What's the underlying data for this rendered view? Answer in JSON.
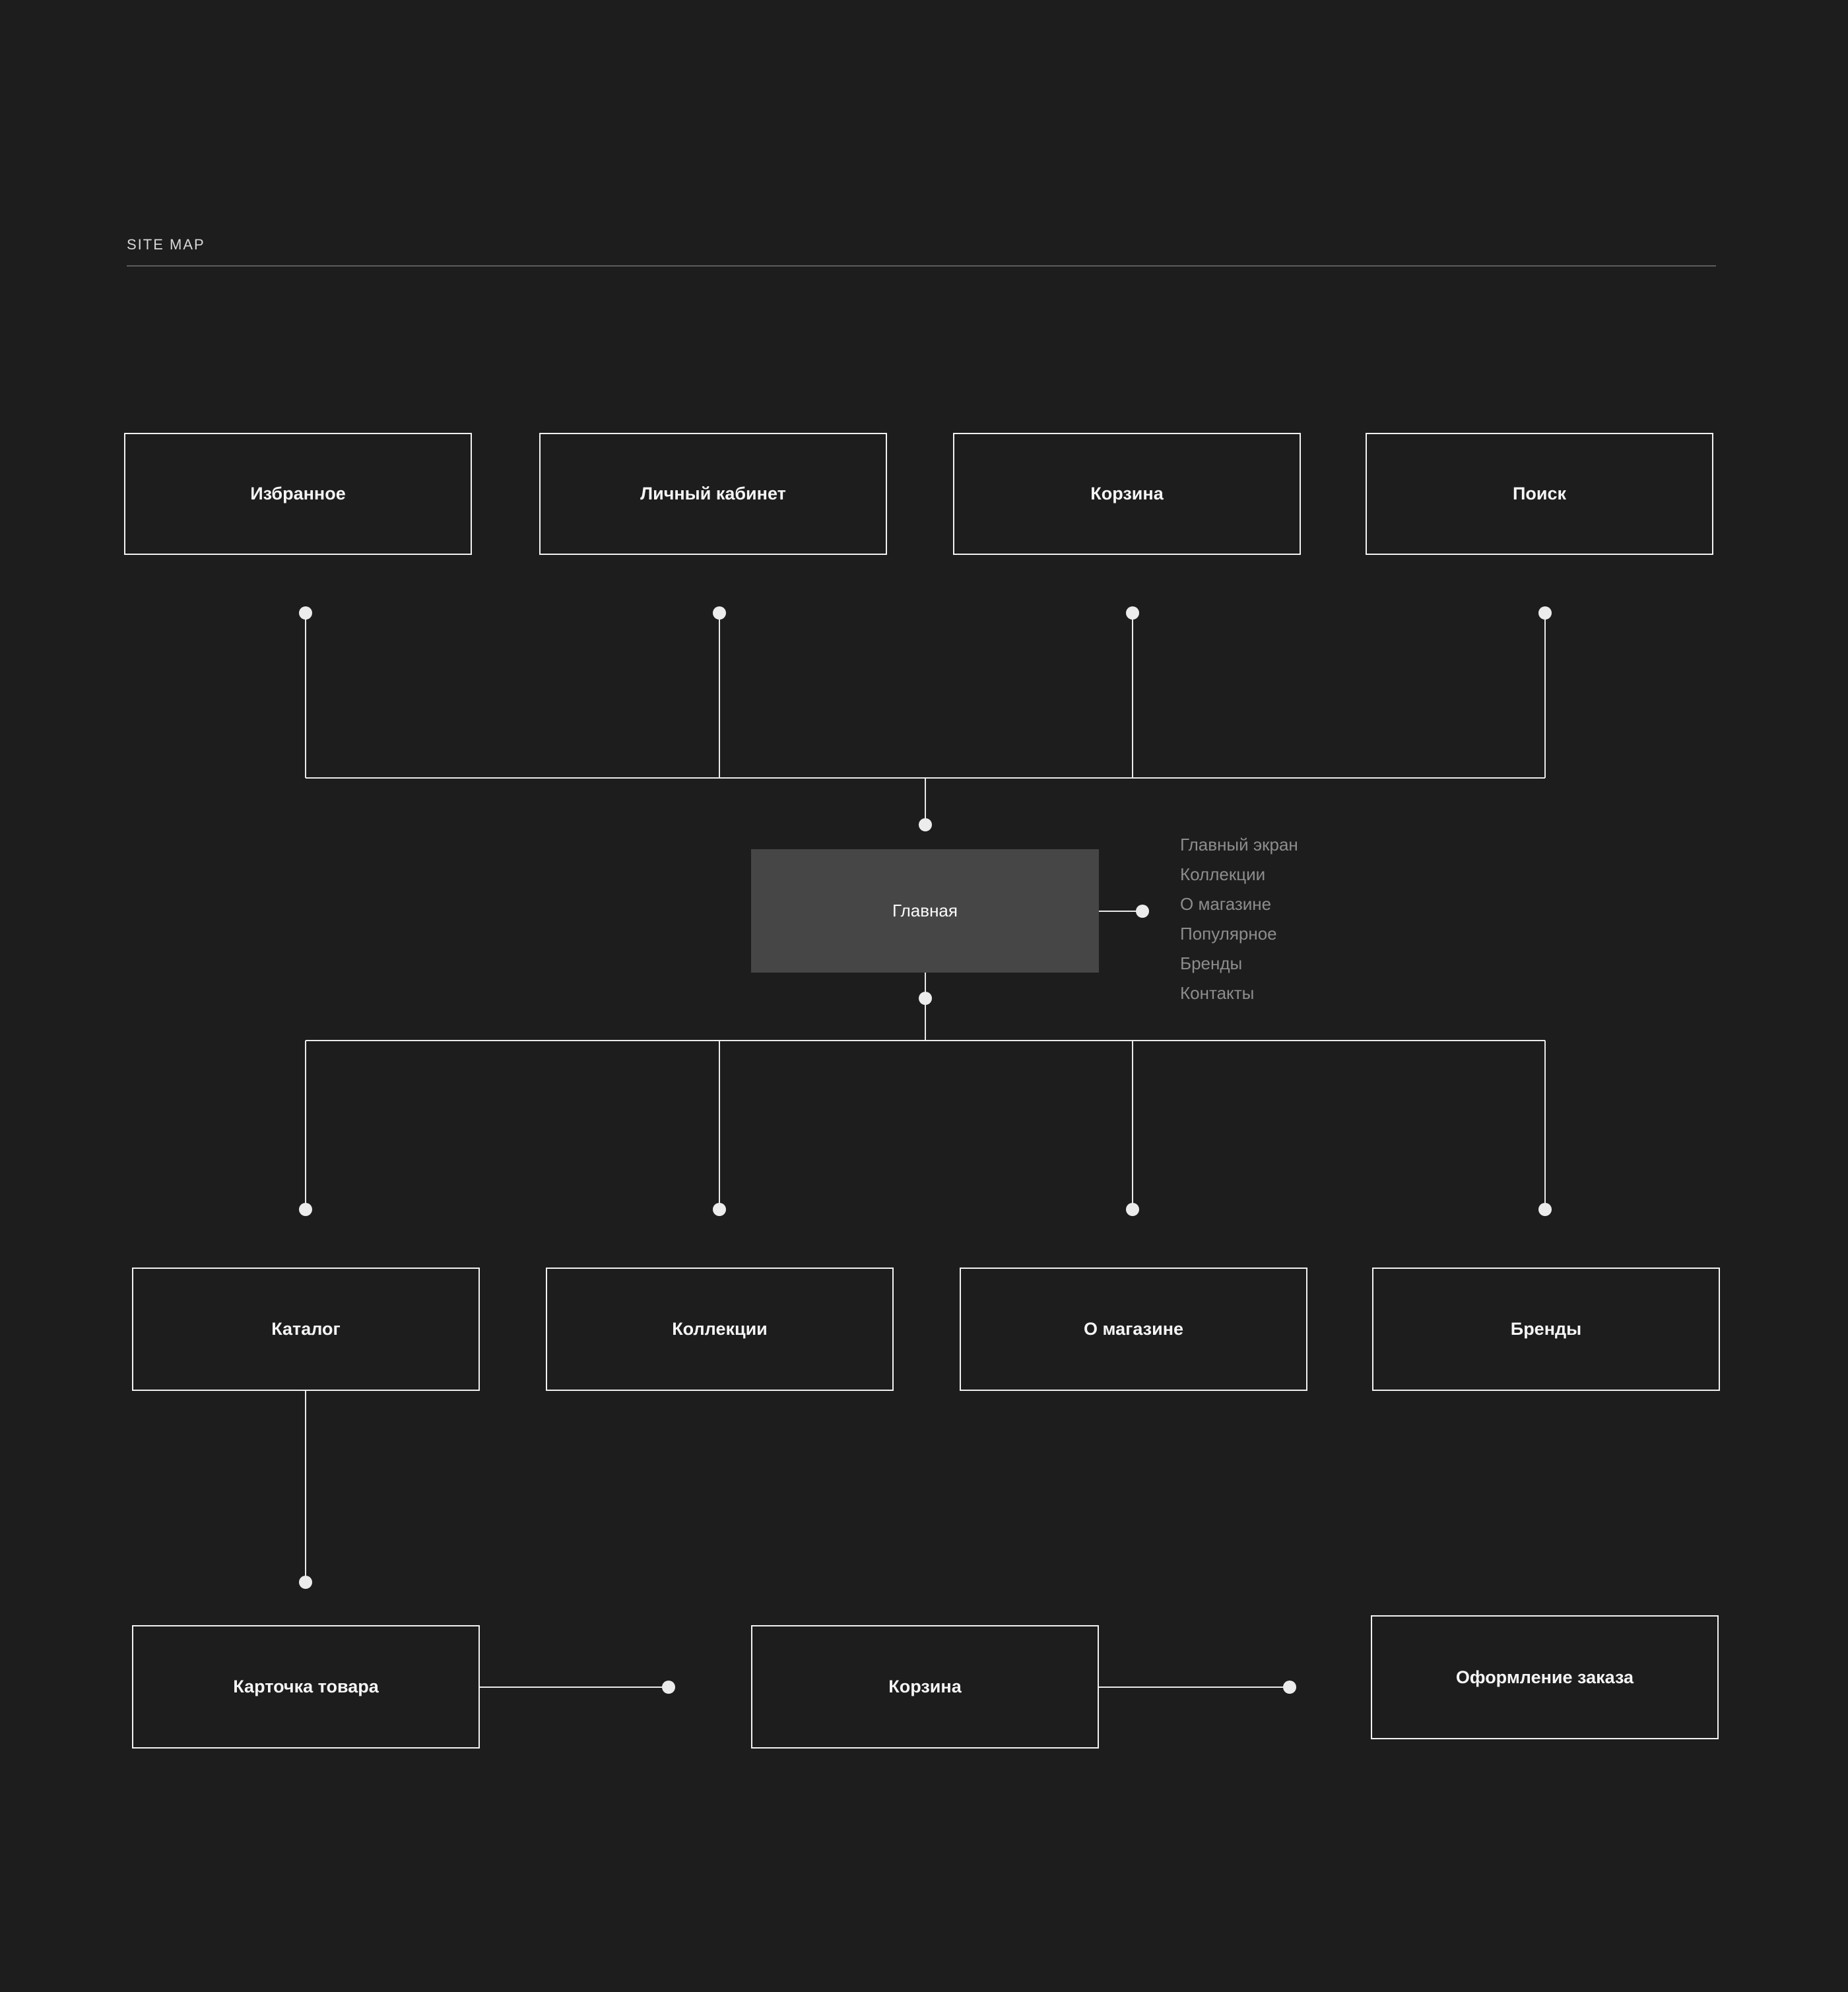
{
  "header": {
    "title": "SITE MAP"
  },
  "diagram": {
    "top_row": [
      "Избранное",
      "Личный кабинет",
      "Корзина",
      "Поиск"
    ],
    "home": {
      "label": "Главная",
      "sections": [
        "Главный экран",
        "Коллекции",
        "О магазине",
        "Популярное",
        "Бренды",
        "Контакты"
      ]
    },
    "middle_row": [
      "Каталог",
      "Коллекции",
      "О магазине",
      "Бренды"
    ],
    "bottom_row": [
      "Карточка товара",
      "Корзина",
      "Оформление заказа"
    ],
    "colors": {
      "background": "#1d1d1e",
      "line": "#eaeaea",
      "box_border": "#f2f2f2",
      "home_fill": "#464646",
      "muted_text": "#8d8d8d"
    }
  }
}
